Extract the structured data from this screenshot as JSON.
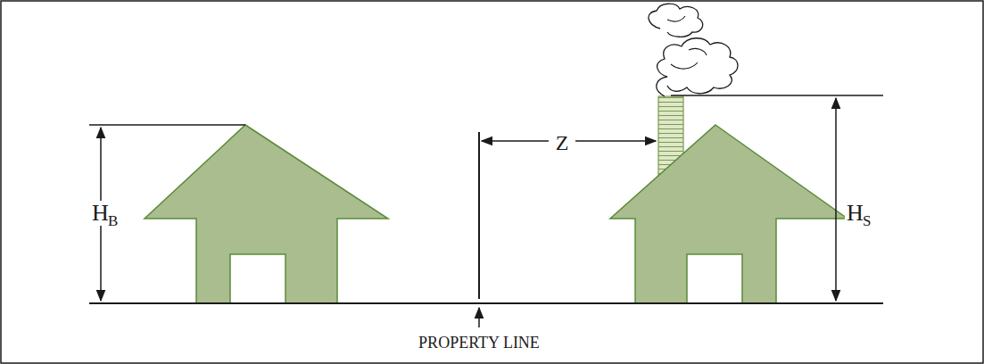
{
  "diagram": {
    "labels": [
      "H",
      "B",
      "Z",
      "H",
      "S",
      "PROPERTY LINE"
    ]
  }
}
